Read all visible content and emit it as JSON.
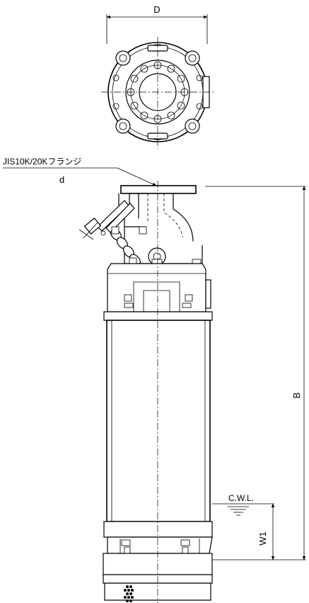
{
  "labels": {
    "top_width": "D",
    "flange_spec": "JIS10K/20Kフランジ",
    "flange_diameter": "d",
    "overall_height": "B",
    "water_level": "C.W.L.",
    "submergence": "W1"
  }
}
